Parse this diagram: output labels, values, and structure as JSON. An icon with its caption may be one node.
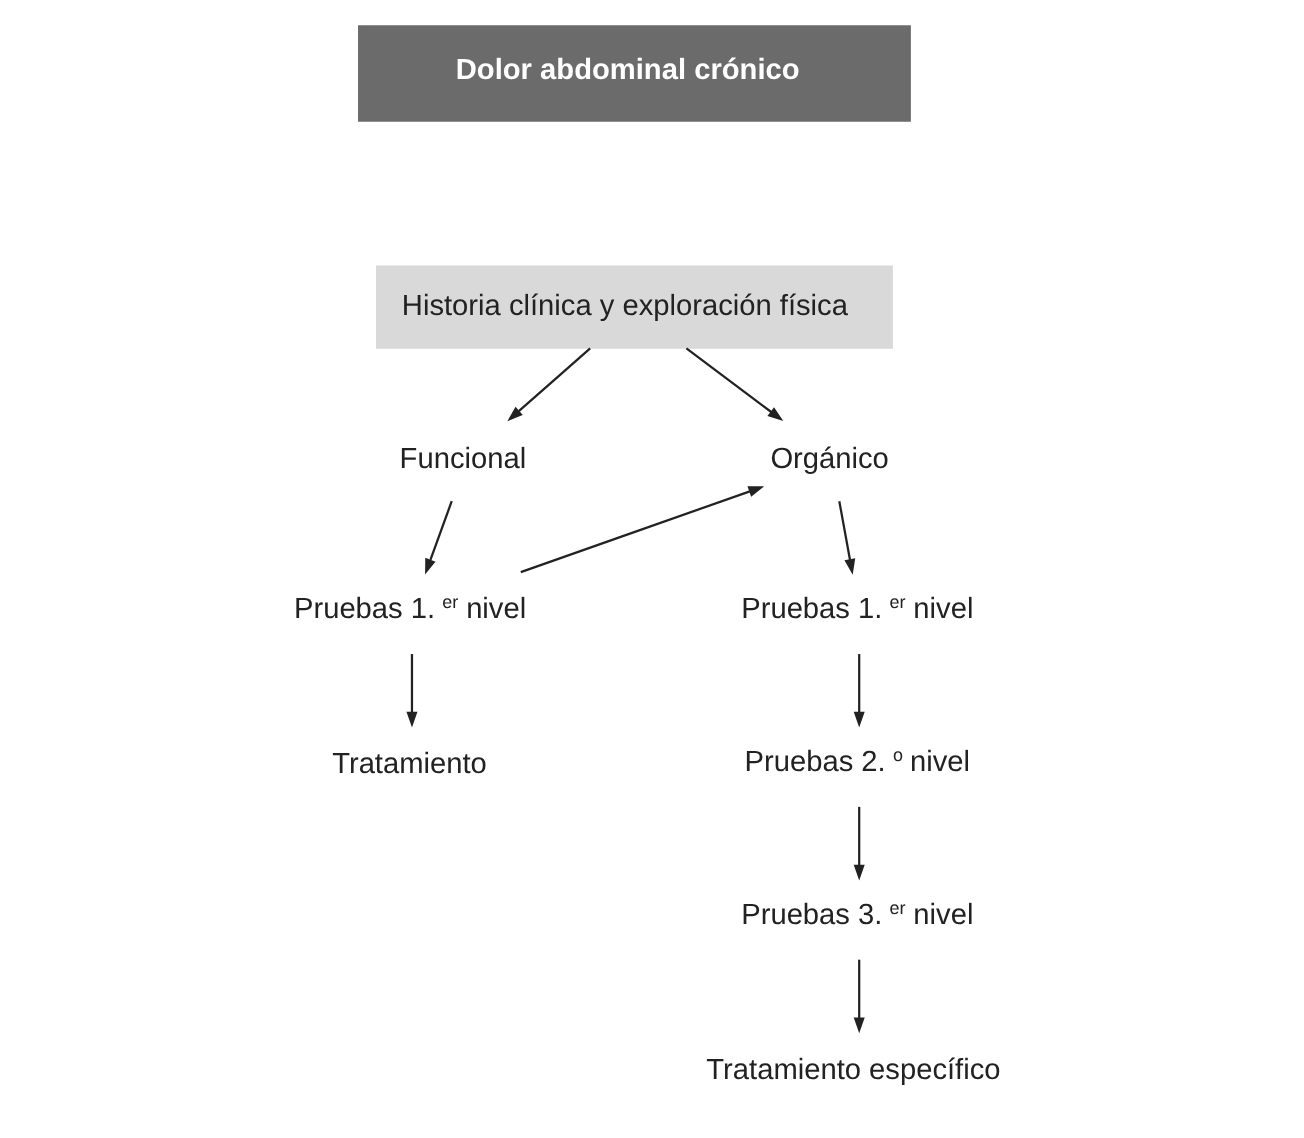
{
  "diagram": {
    "nodes": [
      {
        "text": [
          "Dolor abdominal crónico"
        ]
      },
      {
        "text": [
          "Historia clínica y exploración física"
        ]
      },
      {
        "text": [
          "Funcional"
        ]
      },
      {
        "text": [
          "Orgánico"
        ]
      },
      {
        "text": [
          "Pruebas 1.$^{er}$ nivel"
        ]
      },
      {
        "text": [
          "Tratamiento"
        ]
      },
      {
        "text": [
          "Pruebas 1.$^{er}$ nivel"
        ]
      },
      {
        "text": [
          "Pruebas 2.$^{o}$ nivel"
        ]
      },
      {
        "text": [
          "Pruebas 3.$^{er}$ nivel"
        ]
      },
      {
        "text": [
          "Tratamiento específico"
        ]
      }
    ],
    "edges": [
      {
        "from": 1,
        "to": 2,
        "arrow": "to"
      },
      {
        "from": 1,
        "to": 3,
        "arrow": "to"
      },
      {
        "from": 2,
        "to": 4,
        "arrow": "to"
      },
      {
        "from": 4,
        "to": 3,
        "arrow": "to"
      },
      {
        "from": 4,
        "to": 5,
        "arrow": "to"
      },
      {
        "from": 3,
        "to": 6,
        "arrow": "to"
      },
      {
        "from": 6,
        "to": 7,
        "arrow": "to"
      },
      {
        "from": 7,
        "to": 8,
        "arrow": "to"
      },
      {
        "from": 8,
        "to": 9,
        "arrow": "to"
      }
    ]
  }
}
